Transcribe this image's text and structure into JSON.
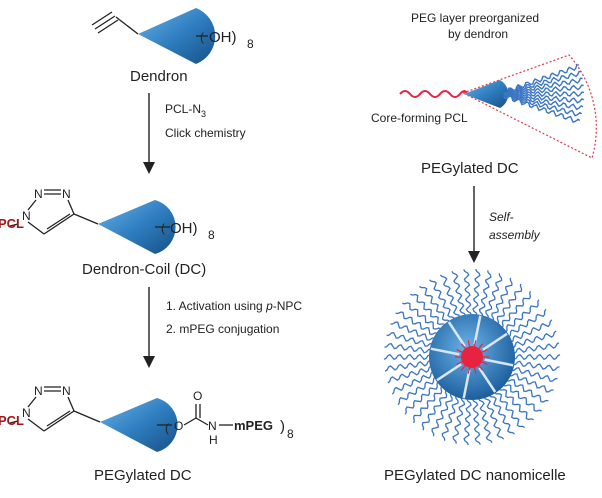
{
  "labels": {
    "dendron": "Dendron",
    "dc": "Dendron-Coil (DC)",
    "pegylated_dc_left": "PEGylated DC",
    "pegylated_dc_right": "PEGylated DC",
    "nanomicelle": "PEGylated DC nanomicelle"
  },
  "chem": {
    "oh": "OH)",
    "sub8": "8",
    "pcl": "PCL",
    "n": "N",
    "o": "O",
    "h": "H",
    "mpeg": "mPEG",
    "paren_open": "(",
    "paren_close": ")"
  },
  "steps": {
    "s1_line1": "PCL-N",
    "s1_sub": "3",
    "s1_line2": "Click chemistry",
    "s2_line1_a": "1. Activation using ",
    "s2_line1_b": "p",
    "s2_line1_c": "-NPC",
    "s2_line2": "2. mPEG conjugation",
    "self_assembly_1": "Self-",
    "self_assembly_2": "assembly"
  },
  "annotations": {
    "peg_layer_1": "PEG layer preorganized",
    "peg_layer_2": "by dendron",
    "core_pcl": "Core-forming PCL"
  },
  "colors": {
    "dendron_blue": "#2f7fc1",
    "dendron_dark": "#1a5d9a",
    "peg_blue": "#3a76c4",
    "pcl_red": "#e8233f",
    "label_red": "#a01818",
    "outline_red": "#e03a4a"
  }
}
